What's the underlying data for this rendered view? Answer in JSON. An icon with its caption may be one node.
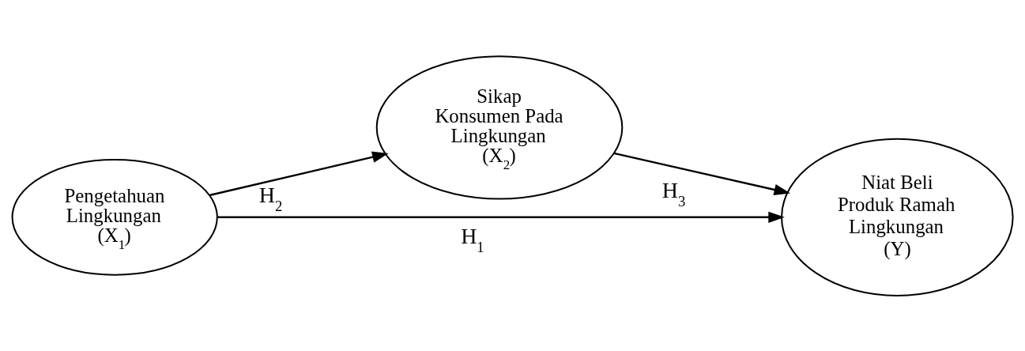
{
  "diagram": {
    "nodes": [
      {
        "text": [
          "Pengetahuan Lingkungan (X$_{1}$)"
        ]
      },
      {
        "text": [
          "Sikap Konsumen Pada Lingkungan (X$_{2}$)"
        ]
      },
      {
        "text": [
          "Niat Beli Produk Ramah Lingkungan (Y)"
        ]
      }
    ],
    "edges": [
      {
        "from": 0,
        "to": 1,
        "arrow": "to",
        "label": "H$_{2}$"
      },
      {
        "from": 1,
        "to": 2,
        "arrow": "to",
        "label": "H$_{3}$"
      },
      {
        "from": 0,
        "to": 2,
        "arrow": "to",
        "label": "H$_{1}$"
      }
    ]
  }
}
